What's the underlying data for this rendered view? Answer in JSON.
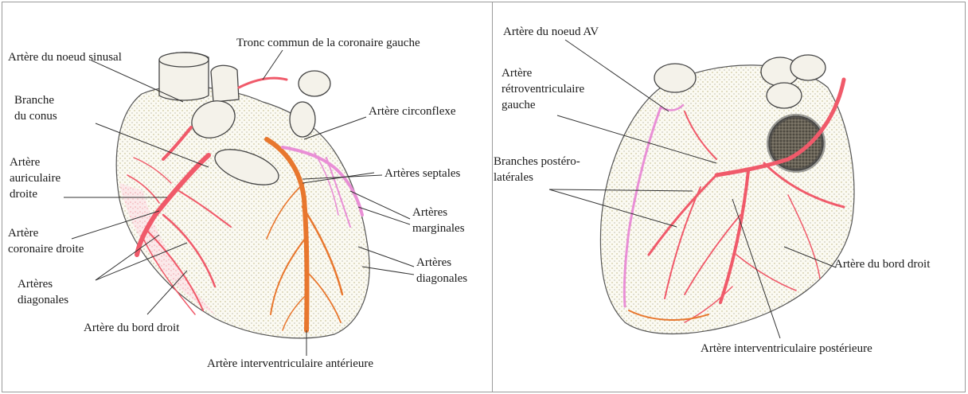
{
  "left": {
    "labels": {
      "noeud_sinusal": "Artère du noeud sinusal",
      "tronc_commun": "Tronc commun de la coronaire gauche",
      "branche_conus": "Branche\ndu conus",
      "circonflexe": "Artère circonflexe",
      "auriculaire_droite": "Artère\nauriculaire\ndroite",
      "septales": "Artères septales",
      "coronaire_droite": "Artère\ncoronaire droite",
      "marginales": "Artères\nmarginales",
      "diagonales_droite": "Artères\ndiagonales",
      "diagonales_gauche": "Artères\ndiagonales",
      "bord_droit": "Artère  du bord droit",
      "interventriculaire_anterieure": "Artère   interventriculaire antérieure"
    }
  },
  "right": {
    "labels": {
      "noeud_av": "Artère du noeud AV",
      "retroventriculaire": "Artère\nrétroventriculaire\ngauche",
      "postero_laterales": "Branches postéro-\nlatérales",
      "bord_droit": "Artère du bord droit",
      "interventriculaire_posterieure": "Artère interventriculaire postérieure"
    }
  },
  "colors": {
    "right_coronary": "#f05a6a",
    "left_anterior": "#e8772e",
    "circumflex": "#e98fd6",
    "stipple": "#b9b07a"
  }
}
